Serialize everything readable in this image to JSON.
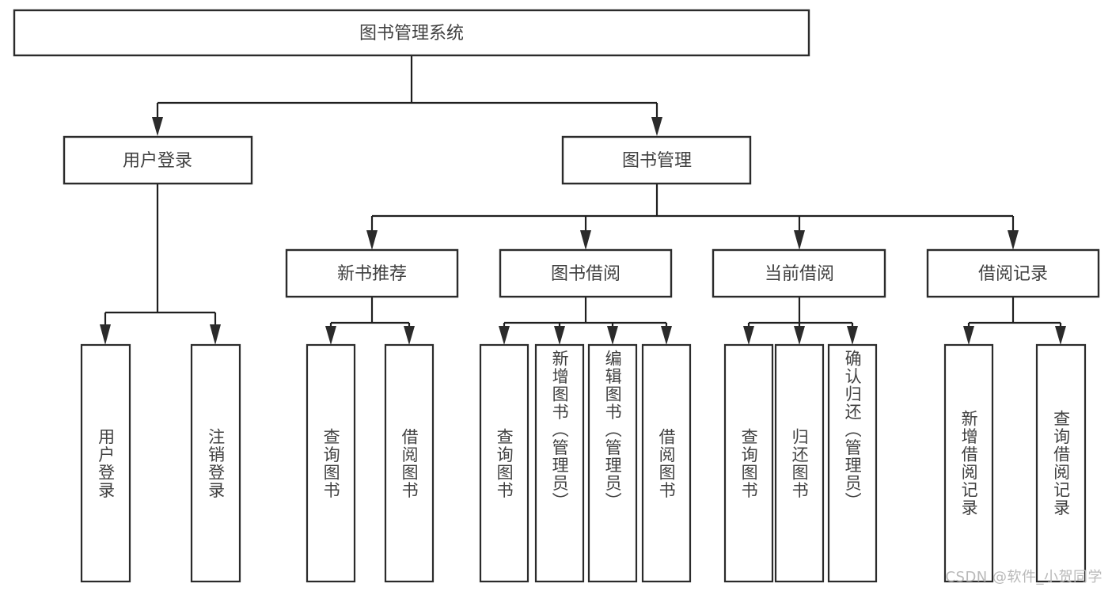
{
  "diagram": {
    "type": "tree-hierarchy",
    "title": "图书管理系统",
    "colors": {
      "box_stroke": "#2b2b2b",
      "box_fill": "#ffffff",
      "line": "#1f1f1f",
      "text": "#404040",
      "background": "#ffffff",
      "watermark": "#b9b9b9"
    },
    "watermark": "CSDN @软件_小贺同学",
    "levels": {
      "root": {
        "label": "图书管理系统"
      },
      "level2": [
        {
          "id": "user-login",
          "label": "用户登录"
        },
        {
          "id": "book-manage",
          "label": "图书管理"
        }
      ],
      "level3": [
        {
          "id": "new-book-recommend",
          "label": "新书推荐",
          "parent": "book-manage"
        },
        {
          "id": "book-borrow",
          "label": "图书借阅",
          "parent": "book-manage"
        },
        {
          "id": "current-borrow",
          "label": "当前借阅",
          "parent": "book-manage"
        },
        {
          "id": "borrow-record",
          "label": "借阅记录",
          "parent": "book-manage"
        }
      ],
      "leaves": [
        {
          "id": "leaf-user-login",
          "label": "用户登录",
          "parent": "user-login"
        },
        {
          "id": "leaf-user-logout",
          "label": "注销登录",
          "parent": "user-login"
        },
        {
          "id": "leaf-query-book-1",
          "label": "查询图书",
          "parent": "new-book-recommend"
        },
        {
          "id": "leaf-borrow-book-1",
          "label": "借阅图书",
          "parent": "new-book-recommend"
        },
        {
          "id": "leaf-query-book-2",
          "label": "查询图书",
          "parent": "book-borrow"
        },
        {
          "id": "leaf-add-book",
          "label": "新增图书（管理员）",
          "parent": "book-borrow"
        },
        {
          "id": "leaf-edit-book",
          "label": "编辑图书（管理员）",
          "parent": "book-borrow"
        },
        {
          "id": "leaf-borrow-book-2",
          "label": "借阅图书",
          "parent": "book-borrow"
        },
        {
          "id": "leaf-query-book-3",
          "label": "查询图书",
          "parent": "current-borrow"
        },
        {
          "id": "leaf-return-book",
          "label": "归还图书",
          "parent": "current-borrow"
        },
        {
          "id": "leaf-confirm-return",
          "label": "确认归还（管理员）",
          "parent": "current-borrow"
        },
        {
          "id": "leaf-add-record",
          "label": "新增借阅记录",
          "parent": "borrow-record"
        },
        {
          "id": "leaf-query-record",
          "label": "查询借阅记录",
          "parent": "borrow-record"
        }
      ]
    }
  }
}
